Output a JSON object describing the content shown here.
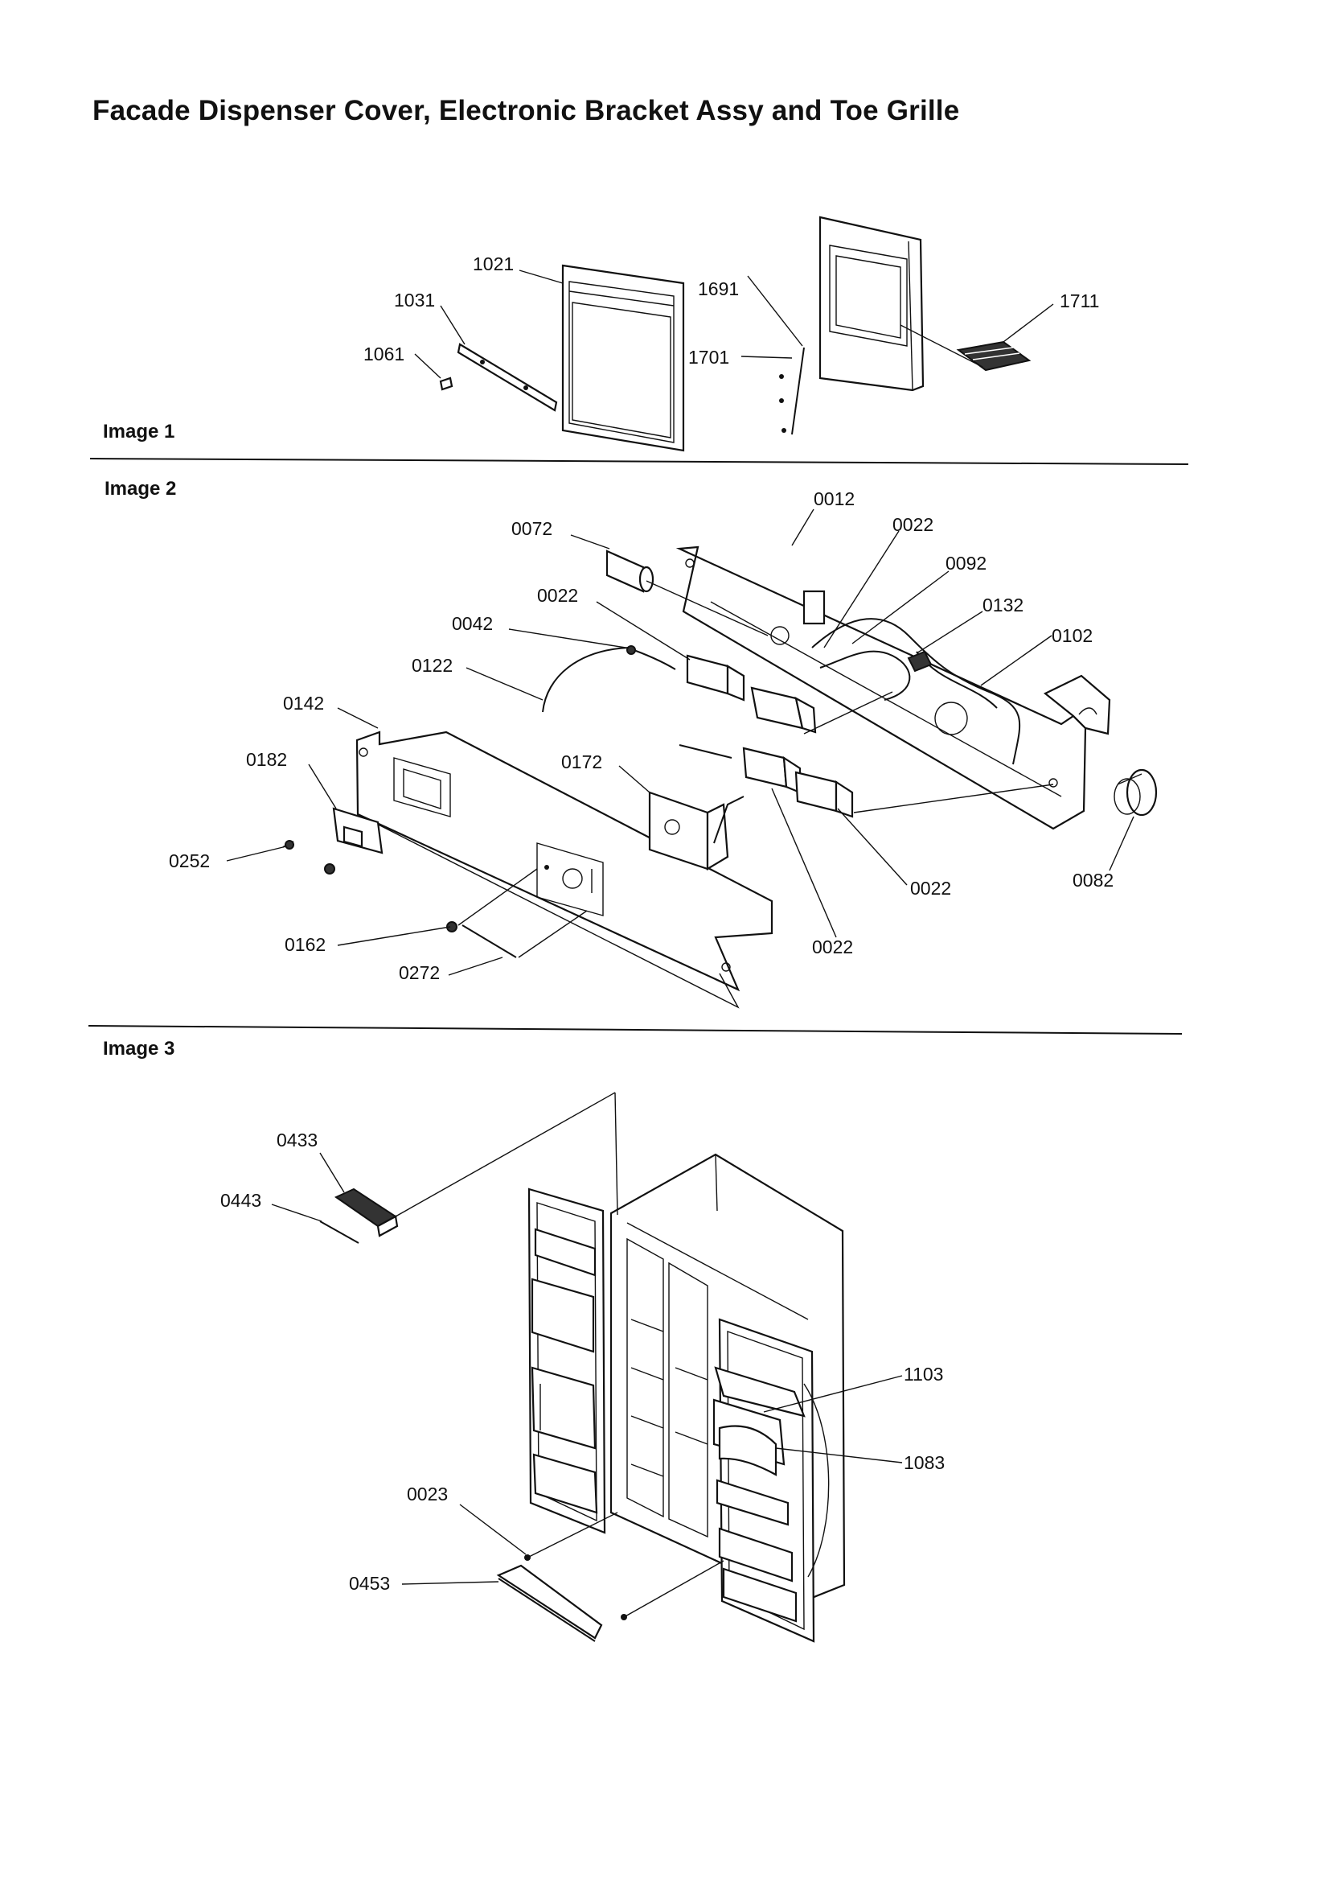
{
  "title": "Facade Dispenser Cover, Electronic Bracket Assy and Toe Grille",
  "sections": [
    {
      "label": "Image 1",
      "callouts": {
        "c1021": "1021",
        "c1031": "1031",
        "c1061": "1061",
        "c1691": "1691",
        "c1701": "1701",
        "c1711": "1711"
      }
    },
    {
      "label": "Image 2",
      "callouts": {
        "c0012": "0012",
        "c0072": "0072",
        "c0022a": "0022",
        "c0022b": "0022",
        "c0092": "0092",
        "c0042": "0042",
        "c0132": "0132",
        "c0102": "0102",
        "c0122": "0122",
        "c0142": "0142",
        "c0182": "0182",
        "c0172": "0172",
        "c0252": "0252",
        "c0162": "0162",
        "c0272": "0272",
        "c0022c": "0022",
        "c0022d": "0022",
        "c0082": "0082"
      }
    },
    {
      "label": "Image 3",
      "callouts": {
        "c0433": "0433",
        "c0443": "0443",
        "c1103": "1103",
        "c1083": "1083",
        "c0023": "0023",
        "c0453": "0453"
      }
    }
  ]
}
